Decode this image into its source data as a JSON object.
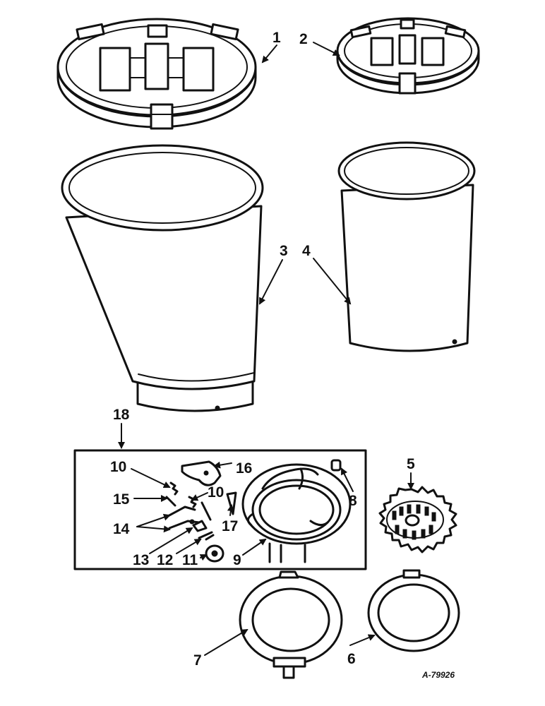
{
  "figure": {
    "reference": "A-79926",
    "callouts": {
      "c1": "1",
      "c2": "2",
      "c3": "3",
      "c4": "4",
      "c5": "5",
      "c6": "6",
      "c7": "7",
      "c8": "8",
      "c9": "9",
      "c10a": "10",
      "c10b": "10",
      "c11": "11",
      "c12": "12",
      "c13": "13",
      "c14": "14",
      "c15": "15",
      "c16": "16",
      "c17": "17",
      "c18": "18"
    }
  }
}
